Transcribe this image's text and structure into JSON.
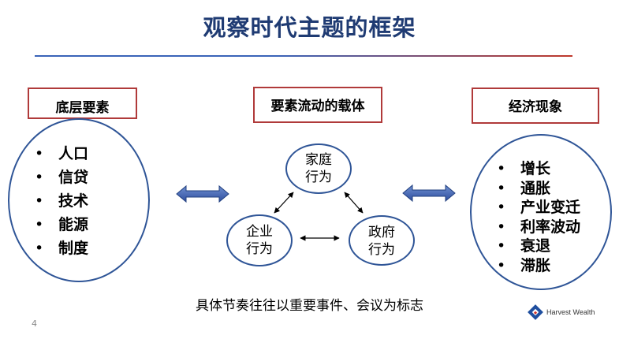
{
  "title": "观察时代主题的框架",
  "left": {
    "box_label": "底层要素",
    "items": [
      "人口",
      "信贷",
      "技术",
      "能源",
      "制度"
    ]
  },
  "middle": {
    "box_label": "要素流动的载体",
    "nodes": {
      "family": [
        "家庭",
        "行为"
      ],
      "enterprise": [
        "企业",
        "行为"
      ],
      "government": [
        "政府",
        "行为"
      ]
    }
  },
  "right": {
    "box_label": "经济现象",
    "items": [
      "增长",
      "通胀",
      "产业变迁",
      "利率波动",
      "衰退",
      "滞胀"
    ]
  },
  "footer": "具体节奏往往以重要事件、会议为标志",
  "page_number": "4",
  "logo": {
    "text": "Harvest Wealth",
    "icon": "harvest-diamond-icon"
  },
  "colors": {
    "title": "#1f3b73",
    "box_border": "#b03a3a",
    "ellipse_border": "#2f5597",
    "arrow_fill": "#3a5fb0"
  }
}
